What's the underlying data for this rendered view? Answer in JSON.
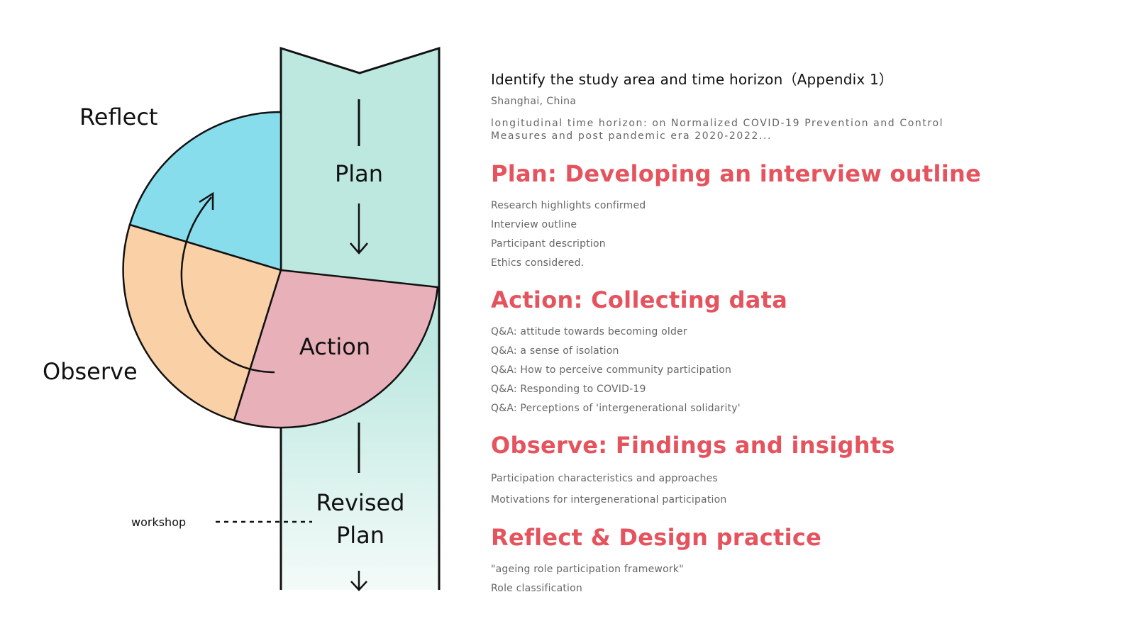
{
  "diagram": {
    "labels": {
      "reflect": "Reflect",
      "observe": "Observe",
      "plan": "Plan",
      "action": "Action",
      "revised_plan_line1": "Revised",
      "revised_plan_line2": "Plan",
      "workshop": "workshop"
    },
    "colors": {
      "reflect": "#87ddec",
      "observe": "#fad0a6",
      "action": "#e8b0b8",
      "band": "#bde8e0",
      "stroke": "#111111"
    },
    "arrow_icons": [
      "down-arrow-icon",
      "curved-arrow-icon"
    ]
  },
  "intro": {
    "title": "Identify the study area and  time horizon（Appendix 1）",
    "location": "Shanghai, China",
    "horizon_line1": "longitudinal time horizon: on Normalized COVID-19 Prevention and Control",
    "horizon_line2": "Measures and post pandemic era 2020-2022..."
  },
  "sections": [
    {
      "title": "Plan: Developing an interview outline",
      "items": [
        "Research highlights confirmed",
        "Interview outline",
        "Participant description",
        "Ethics considered."
      ]
    },
    {
      "title": "Action: Collecting data",
      "items": [
        "Q&A: attitude towards becoming older",
        "Q&A: a sense of isolation",
        "Q&A: How to perceive community participation",
        "Q&A: Responding to COVID-19",
        "Q&A: Perceptions of 'intergenerational solidarity'"
      ]
    },
    {
      "title": "Observe: Findings and insights",
      "items": [
        "Participation characteristics and approaches",
        "Motivations for intergenerational participation"
      ]
    },
    {
      "title": "Reflect & Design practice",
      "items": [
        "\"ageing role participation framework\"",
        "Role classification"
      ]
    }
  ],
  "accent_color": "#e5545e"
}
